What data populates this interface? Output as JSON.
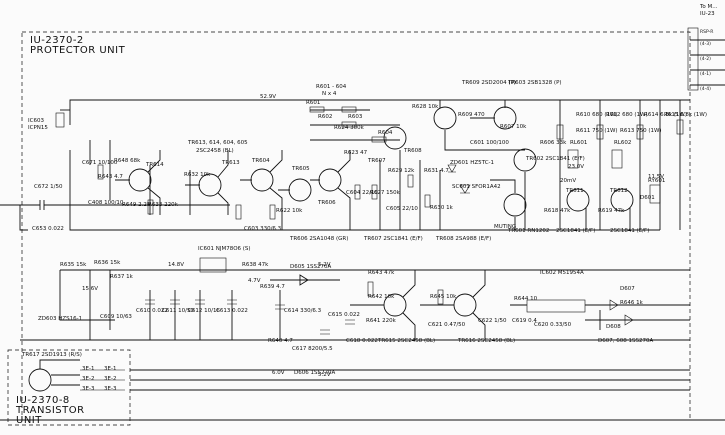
{
  "title": {
    "line1": "IU-2370-2",
    "line2": "PROTECTOR UNIT"
  },
  "transistor_unit": {
    "line1": "IU-2370-8",
    "line2": "TRANSISTOR",
    "line3": "UNIT"
  },
  "top_right": {
    "l1": "To M...",
    "l2": "IU-23"
  },
  "right_connectors": [
    "RSP-R",
    "(4-3)",
    "(4-2)",
    "(4-1)",
    "(4-4)"
  ],
  "block_labels": {
    "r601_604": "R601 - 604",
    "n4": "N x 4",
    "r601": "R601",
    "r602": "R602",
    "r603": "R603",
    "r604": "R604",
    "v": "52.9V",
    "tr_group": "TR613, 614, 604, 605",
    "tr_group_type": "2SC2458 (BL)"
  },
  "ic603": {
    "ref": "IC603",
    "part": "ICPN15"
  },
  "components": {
    "c671": "C671 10/100",
    "r648": "R648 68k",
    "r643": "R643 4.7",
    "tr614": "TR614",
    "c408": "C408 100/10",
    "r649": "R649 2.2k",
    "r633": "R633 220k",
    "r632": "R632 10k",
    "tr613": "TR613",
    "tr604": "TR604",
    "tr605": "TR605",
    "r622": "R622 10k",
    "c603": "C603 330/6.3",
    "tr606": "TR606",
    "r624": "R624 300k",
    "r623": "R623 47",
    "tr607": "TR607",
    "c604": "C604 22/10",
    "r627": "R627 150k",
    "tr608": "TR608",
    "r629": "R629 12k",
    "c605": "C605 22/10",
    "r630": "R630 1k",
    "zd601": "ZD601 HZ5TC-1",
    "r631": "R631 4.7",
    "sc601": "SC601 SFOR1A42",
    "r628": "R628 10k",
    "tr609": "TR609 2SD2004 (P)",
    "tr603": "TR603 2SB1328 (P)",
    "r609": "R609 470",
    "r607": "R607 10k",
    "r606": "R606 33k",
    "c601": "C601 100/100",
    "tr602": "TR602 2SC1841 (E/F)",
    "tr601": "TR601 RN1202",
    "r618": "R618 47k",
    "r619": "R619 47k",
    "d601": "D601",
    "rl601": "RL601",
    "rl602": "RL602",
    "tr611": "TR611",
    "tr612": "TR612",
    "ry601": "RY601",
    "r610": "R610 680 (1W)",
    "r611": "R611 750 (1W)",
    "r612": "R612 680 (1W)",
    "r613": "R613 750 (1W)",
    "r614": "R614 6.8k (1W)",
    "r615": "R615 6.8k (1W)",
    "tr611_type": "2SC1841 (E/F)",
    "tr612_type": "2SC1841 (E/F)",
    "muting": "MUTING",
    "tr606b": "TR606 2SA1048 (GR)",
    "tr607b": "TR607 2SC1841 (E/F)",
    "tr608b": "TR608 2SA988 (E/F)",
    "c672": "C672 1/50",
    "c653": "C653 0.022",
    "v23": "23.0V",
    "v11": "11.5V",
    "v20": "20mV"
  },
  "lower": {
    "ic601": "IC601 NJM78O6 (S)",
    "v148": "14.8V",
    "r638": "R638 47k",
    "d605": "D605 1SS270A",
    "r635": "R635 15k",
    "r636": "R636 15k",
    "r637": "R637 1k",
    "v156": "15.6V",
    "zd603": "ZD603 HZS16-1",
    "c609": "C609 10/63",
    "c610": "C610 0.022",
    "c611": "C611 10/50",
    "c612": "C612 10/16",
    "c613": "C613 0.022",
    "r639": "R639 4.7",
    "c614": "C614 330/6.3",
    "c615": "C615 0.022",
    "r643b": "R643 47k",
    "r642": "R642 10k",
    "r641": "R641 220k",
    "tr615": "TR615 2SC2458 (BL)",
    "r640": "R640 4.7",
    "c617": "C617 8200/5.5",
    "c618": "C618 0.022",
    "d606": "D606 1SS270A",
    "v6": "6.0V",
    "r645": "R645 10k",
    "c621": "C621 0.47/50",
    "tr616": "TR616 2SC2458 (BL)",
    "c622": "C622 1/50",
    "ic602": "IC602 M51954A",
    "r644": "R644 10",
    "c619": "C619 0.4",
    "c620": "C620 0.33/50",
    "d607": "D607",
    "d607_608": "D607, 608 1SS270A",
    "d608": "D608",
    "r646": "R646 1k",
    "v52": "5.2V",
    "v52b": "5.2V",
    "v47": "4.7V",
    "tr617": "TR617 2SD1913 (R/S)",
    "pins": [
      "3E-1",
      "3E-2",
      "3E-3"
    ],
    "pins_r": [
      "3E-1",
      "3E-2",
      "3E-3"
    ]
  }
}
